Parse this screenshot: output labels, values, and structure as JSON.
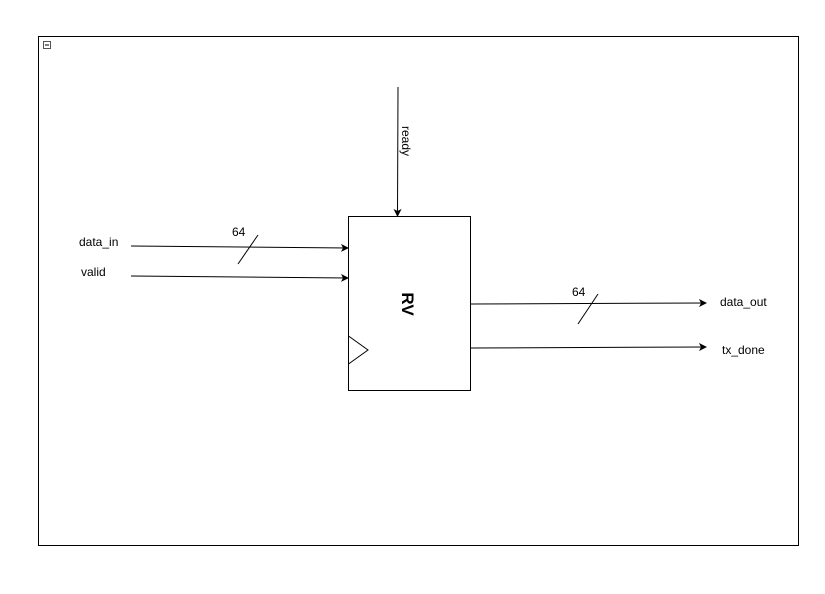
{
  "diagram": {
    "block": {
      "name": "RV"
    },
    "signals": {
      "top": {
        "name": "ready"
      },
      "inputs": [
        {
          "name": "data_in",
          "width": "64"
        },
        {
          "name": "valid",
          "width": ""
        }
      ],
      "outputs": [
        {
          "name": "data_out",
          "width": "64"
        },
        {
          "name": "tx_done",
          "width": ""
        }
      ]
    },
    "colors": {
      "line": "#000000",
      "frame": "#000000",
      "background": "#ffffff"
    },
    "icons": {
      "collapse": "collapse-minus-icon"
    }
  }
}
